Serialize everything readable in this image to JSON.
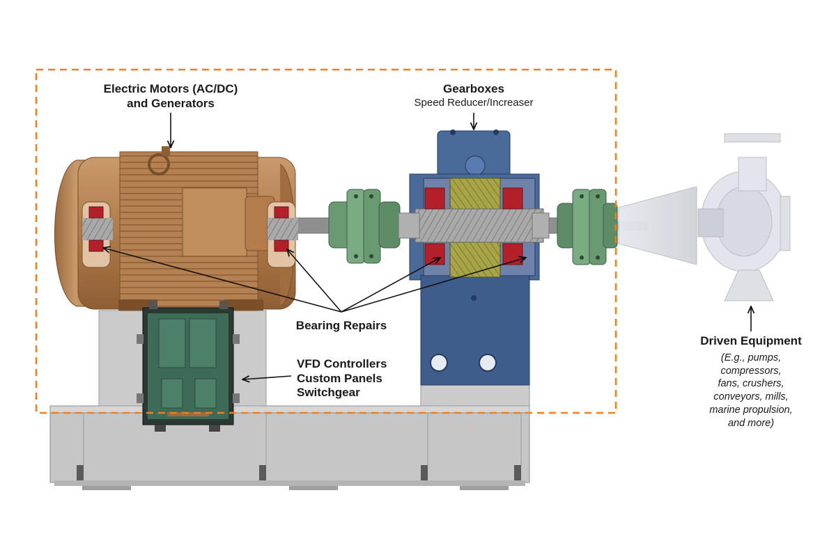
{
  "labels": {
    "motors": {
      "line1": "Electric Motors (AC/DC)",
      "line2": "and Generators"
    },
    "gearboxes": {
      "title": "Gearboxes",
      "subtitle": "Speed Reducer/Increaser"
    },
    "bearings": "Bearing Repairs",
    "vfd": {
      "line1": "VFD Controllers",
      "line2": "Custom Panels",
      "line3": "Switchgear"
    },
    "driven": {
      "title": "Driven Equipment",
      "examples": [
        "(E.g., pumps,",
        "compressors,",
        "fans, crushers,",
        "conveyors, mills,",
        "marine propulsion,",
        "and more)"
      ]
    }
  },
  "colors": {
    "dashed_boundary": "#f07f1e",
    "motor_bronze": "#b07a4a",
    "gearbox_blue": "#4a6a9a",
    "coupling_green": "#6a9a72",
    "bearing_red": "#b3202a",
    "gear_olive": "#9e9a3a",
    "base_gray": "#c4c4c4",
    "vfd_green": "#3e6b57"
  }
}
